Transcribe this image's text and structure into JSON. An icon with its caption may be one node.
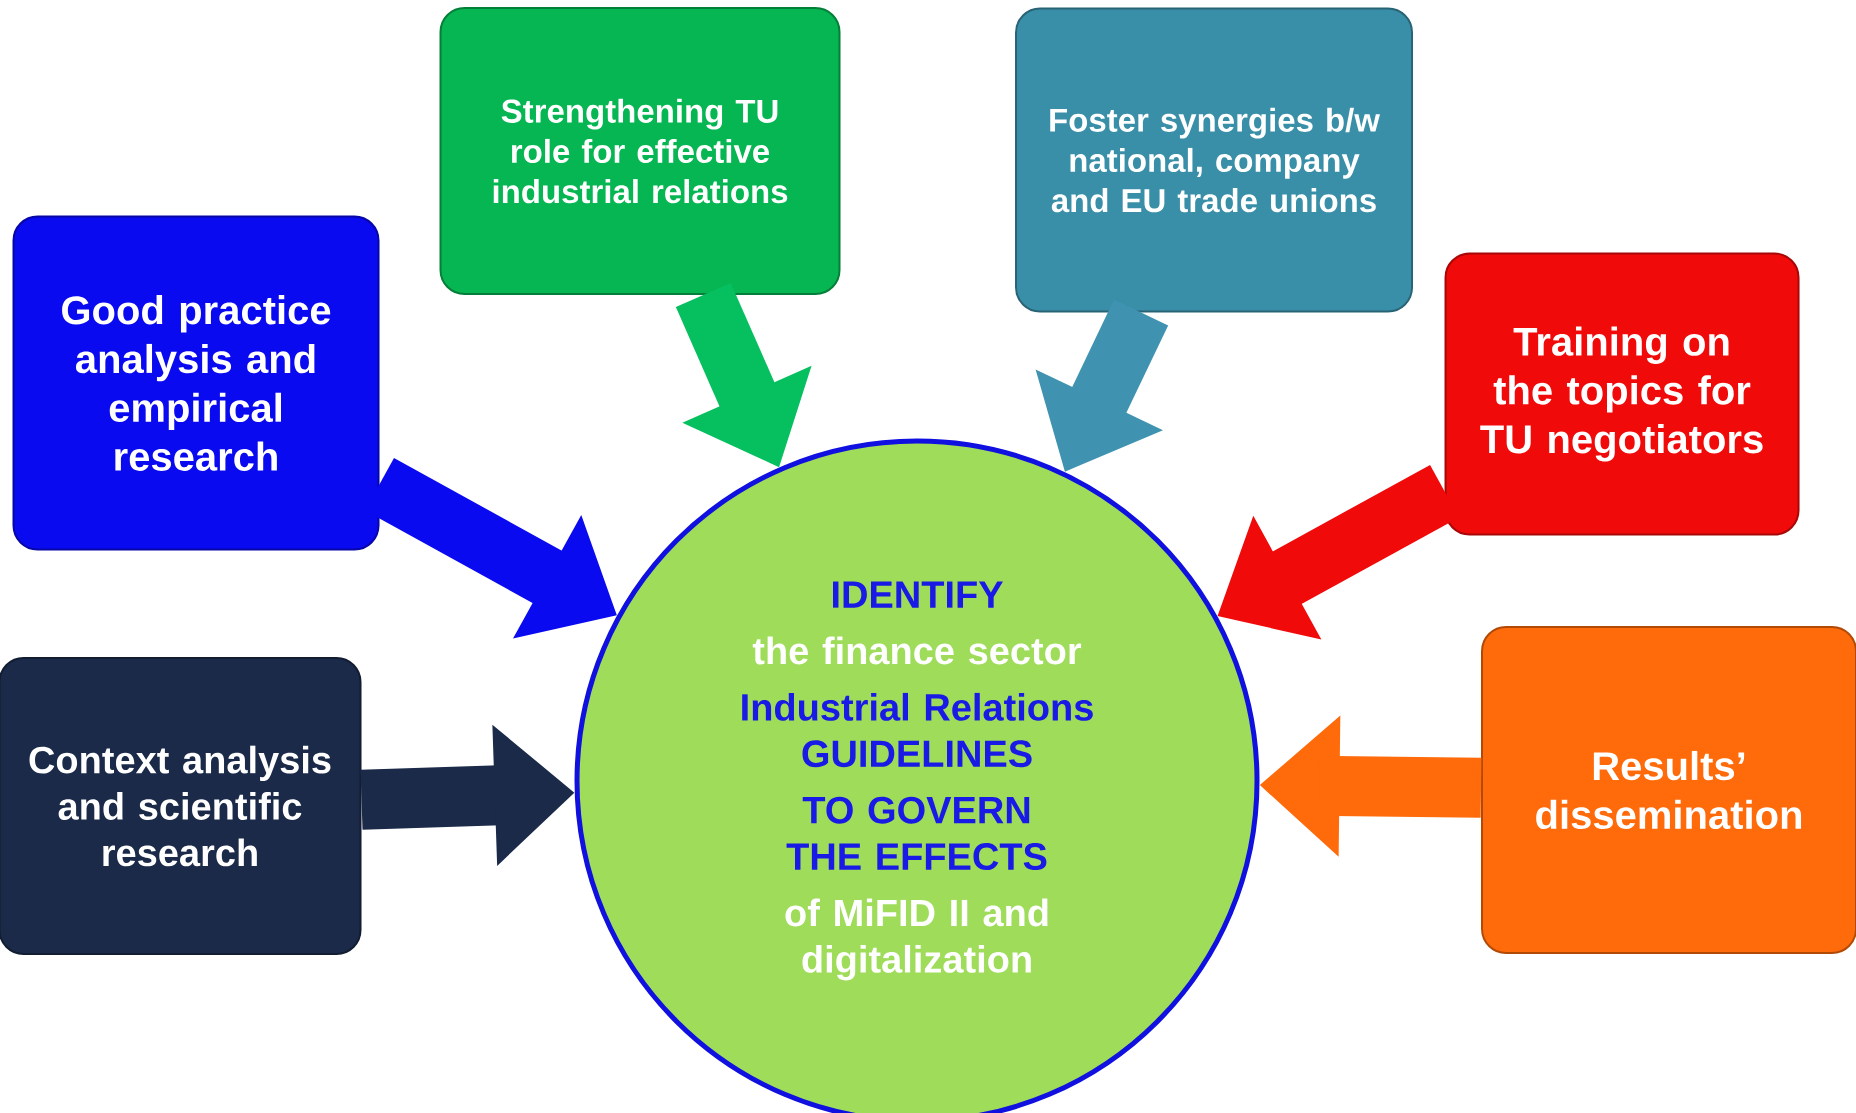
{
  "diagram": {
    "nodes": [
      {
        "text": [
          "IDENTIFY",
          "the finance sector",
          "Industrial Relations GUIDELINES",
          "TO GOVERN THE EFFECTS",
          "of **MiFID II** and **digitalization**"
        ]
      },
      {
        "text": [
          "Good practice analysis and empirical research"
        ]
      },
      {
        "text": [
          "Strengthening TU role for effective industrial relations"
        ]
      },
      {
        "text": [
          "Foster synergies b/w national, company and EU trade unions"
        ]
      },
      {
        "text": [
          "Training on the topics for TU negotiators"
        ]
      },
      {
        "text": [
          "Context analysis and scientific research"
        ]
      },
      {
        "text": [
          "Results’ dissemination"
        ]
      }
    ],
    "edges": [
      {
        "from": 1,
        "to": 0,
        "arrow": "to",
        "color": "#0a0af0"
      },
      {
        "from": 2,
        "to": 0,
        "arrow": "to",
        "color": "#06c060"
      },
      {
        "from": 3,
        "to": 0,
        "arrow": "to",
        "color": "#3f93b0"
      },
      {
        "from": 4,
        "to": 0,
        "arrow": "to",
        "color": "#f00a0a"
      },
      {
        "from": 5,
        "to": 0,
        "arrow": "to",
        "color": "#1a2a48"
      },
      {
        "from": 6,
        "to": 0,
        "arrow": "to",
        "color": "#ff6a0a"
      }
    ]
  }
}
